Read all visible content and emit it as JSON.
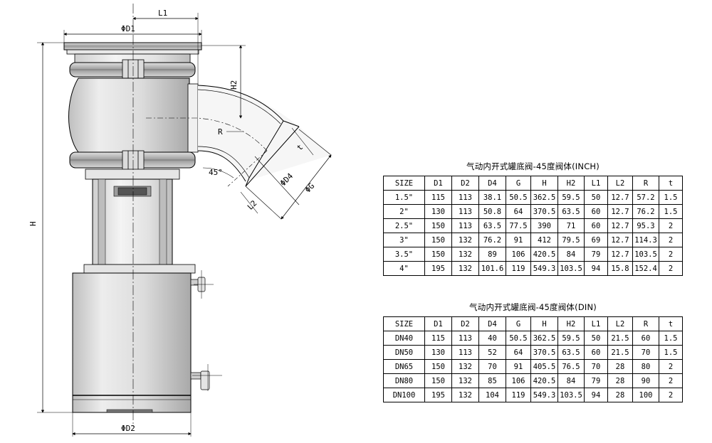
{
  "drawing": {
    "dim_labels": {
      "L1": "L1",
      "D1": "ΦD1",
      "H2": "H2",
      "R": "R",
      "t": "t",
      "angle": "45°",
      "D4": "ΦD4",
      "G": "ΦG",
      "L2": "L2",
      "H": "H",
      "D2": "ΦD2"
    }
  },
  "tables": [
    {
      "caption": "气动内开式罐底阀-45度阀体(INCH)",
      "headers": [
        "SIZE",
        "D1",
        "D2",
        "D4",
        "G",
        "H",
        "H2",
        "L1",
        "L2",
        "R",
        "t"
      ],
      "rows": [
        [
          "1.5\"",
          "115",
          "113",
          "38.1",
          "50.5",
          "362.5",
          "59.5",
          "50",
          "12.7",
          "57.2",
          "1.5"
        ],
        [
          "2\"",
          "130",
          "113",
          "50.8",
          "64",
          "370.5",
          "63.5",
          "60",
          "12.7",
          "76.2",
          "1.5"
        ],
        [
          "2.5\"",
          "150",
          "113",
          "63.5",
          "77.5",
          "390",
          "71",
          "60",
          "12.7",
          "95.3",
          "2"
        ],
        [
          "3\"",
          "150",
          "132",
          "76.2",
          "91",
          "412",
          "79.5",
          "69",
          "12.7",
          "114.3",
          "2"
        ],
        [
          "3.5\"",
          "150",
          "132",
          "89",
          "106",
          "420.5",
          "84",
          "79",
          "12.7",
          "103.5",
          "2"
        ],
        [
          "4\"",
          "195",
          "132",
          "101.6",
          "119",
          "549.3",
          "103.5",
          "94",
          "15.8",
          "152.4",
          "2"
        ]
      ]
    },
    {
      "caption": "气动内开式罐底阀-45度阀体(DIN)",
      "headers": [
        "SIZE",
        "D1",
        "D2",
        "D4",
        "G",
        "H",
        "H2",
        "L1",
        "L2",
        "R",
        "t"
      ],
      "rows": [
        [
          "DN40",
          "115",
          "113",
          "40",
          "50.5",
          "362.5",
          "59.5",
          "50",
          "21.5",
          "60",
          "1.5"
        ],
        [
          "DN50",
          "130",
          "113",
          "52",
          "64",
          "370.5",
          "63.5",
          "60",
          "21.5",
          "70",
          "1.5"
        ],
        [
          "DN65",
          "150",
          "132",
          "70",
          "91",
          "405.5",
          "76.5",
          "70",
          "28",
          "80",
          "2"
        ],
        [
          "DN80",
          "150",
          "132",
          "85",
          "106",
          "420.5",
          "84",
          "79",
          "28",
          "90",
          "2"
        ],
        [
          "DN100",
          "195",
          "132",
          "104",
          "119",
          "549.3",
          "103.5",
          "94",
          "28",
          "100",
          "2"
        ]
      ]
    }
  ]
}
